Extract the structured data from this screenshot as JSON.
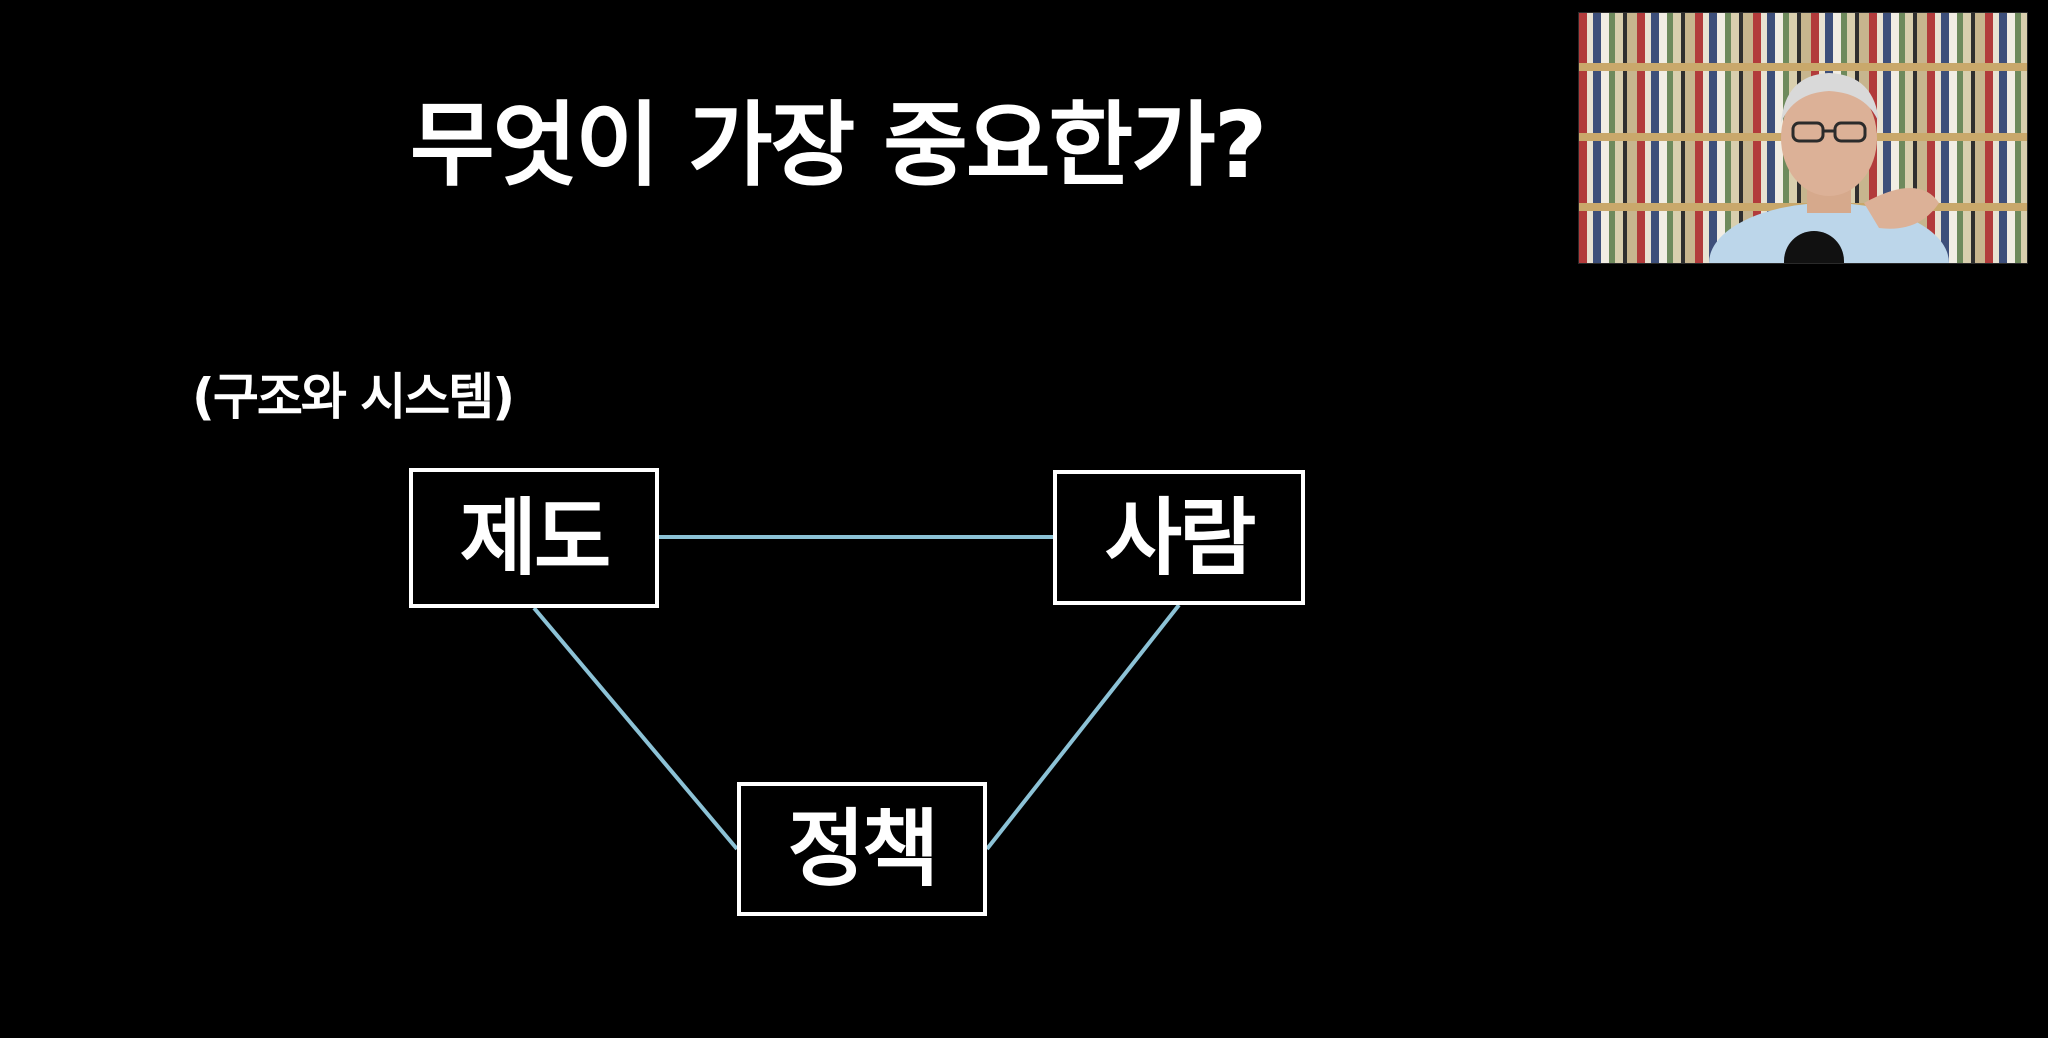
{
  "slide": {
    "title": "무엇이 가장 중요한가?",
    "subtitle": "(구조와 시스템)"
  },
  "diagram": {
    "nodes": {
      "institution": "제도",
      "people": "사람",
      "policy": "정책"
    },
    "edges": [
      {
        "from": "제도",
        "to": "사람"
      },
      {
        "from": "제도",
        "to": "정책"
      },
      {
        "from": "사람",
        "to": "정책"
      }
    ]
  },
  "colors": {
    "background": "#000000",
    "text": "#ffffff",
    "box_border": "#ffffff",
    "connector": "#8cc2d6"
  },
  "overlay": {
    "type": "webcam-video-feed"
  }
}
